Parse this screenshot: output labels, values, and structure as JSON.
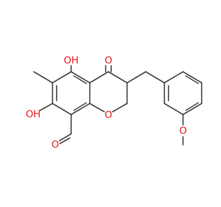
{
  "molecule": {
    "atoms": {
      "oh_top": {
        "label": "OH",
        "color": "#e8161a"
      },
      "keto_o": {
        "label": "O",
        "color": "#e8161a"
      },
      "oh_left": {
        "label": "OH",
        "color": "#e8161a"
      },
      "ring_o": {
        "label": "O",
        "color": "#e8161a"
      },
      "ald_o": {
        "label": "O",
        "color": "#e8161a"
      },
      "ether_o": {
        "label": "O",
        "color": "#e8161a"
      }
    },
    "bond_color": "#3a3a3a"
  }
}
